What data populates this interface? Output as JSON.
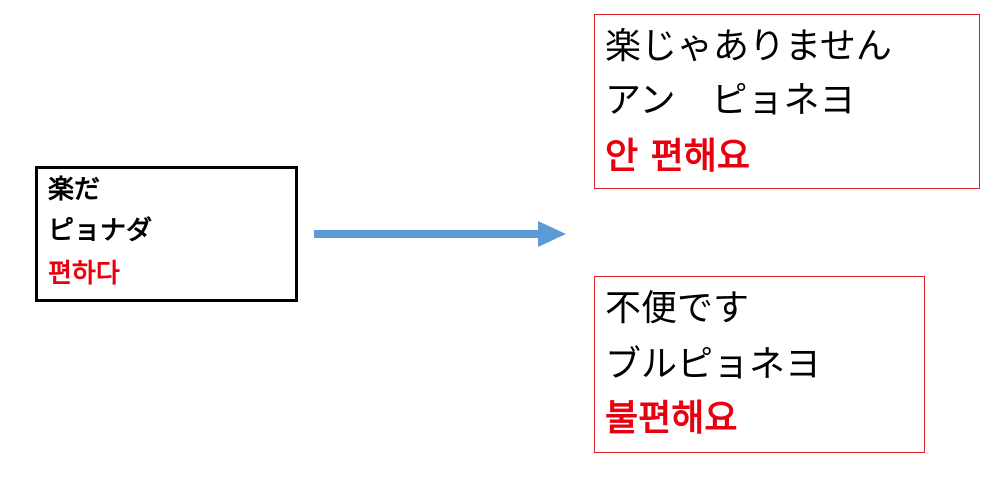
{
  "colors": {
    "source_border": "#000000",
    "target_border": "#d9222a",
    "korean_text": "#e8000f",
    "japanese_text": "#000000",
    "arrow": "#5b9bd5"
  },
  "source": {
    "japanese": "楽だ",
    "katakana": "ピョナダ",
    "korean": "편하다"
  },
  "targets": [
    {
      "japanese": "楽じゃありません",
      "katakana": "アン　ピョネヨ",
      "korean": "안 편해요"
    },
    {
      "japanese": "不便です",
      "katakana": "ブルピョネヨ",
      "korean": "불편해요"
    }
  ]
}
